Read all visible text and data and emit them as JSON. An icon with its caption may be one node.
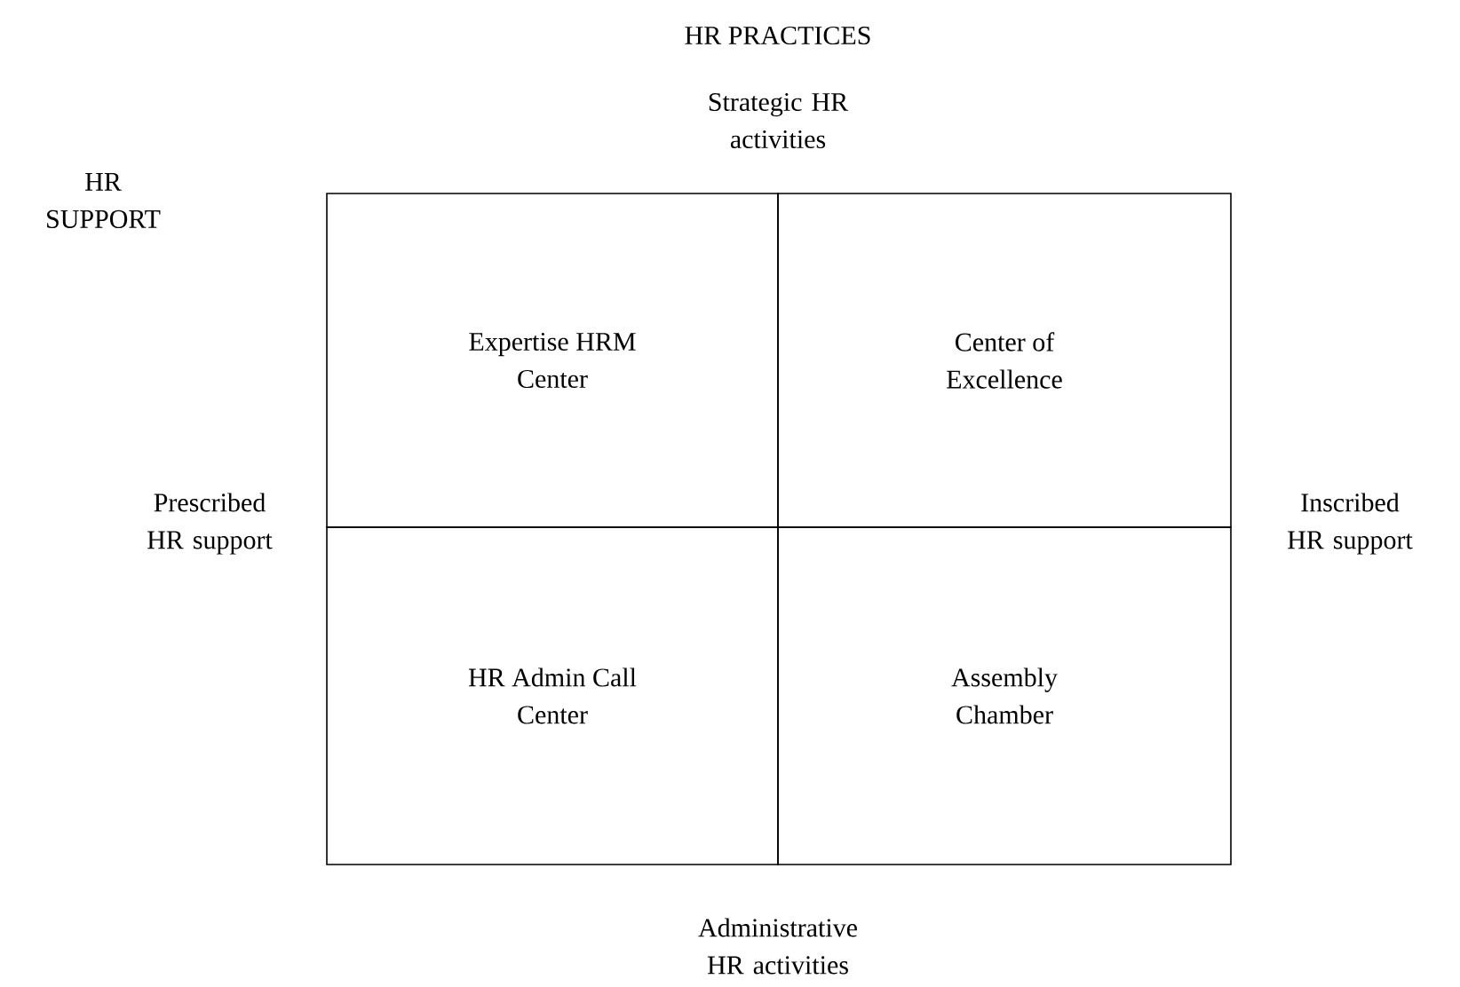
{
  "diagram": {
    "title": "HR PRACTICES",
    "nodes": [
      {
        "text": [
          "Expertise HRM Center"
        ]
      },
      {
        "text": [
          "Center of Excellence"
        ]
      },
      {
        "text": [
          "HR Admin Call Center"
        ]
      },
      {
        "text": [
          "Assembly Chamber"
        ]
      }
    ],
    "labels": [
      "Strategic HR activities",
      "HR SUPPORT",
      "Prescribed HR support",
      "Inscribed HR support",
      "Administrative HR activities"
    ]
  }
}
